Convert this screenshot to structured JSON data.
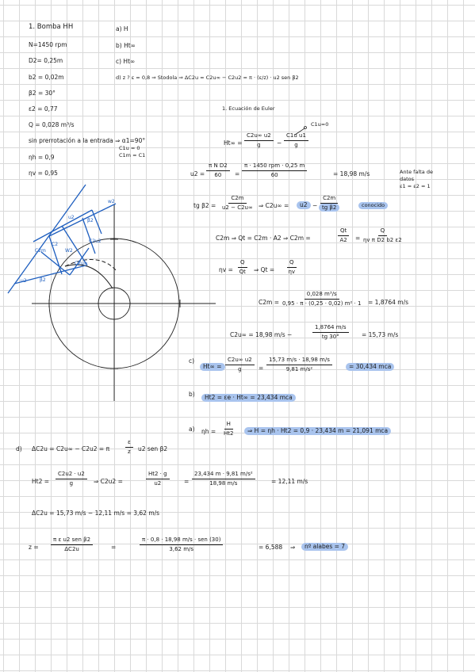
{
  "given": {
    "title": "1. Bomba HH",
    "n": "N=1450 rpm",
    "d2": "D2= 0,25m",
    "b2": "b2 = 0,02m",
    "beta2": "β2 = 30°",
    "eps2": "ε2 = 0,77",
    "q": "Q = 0,028 m³/s",
    "prerot": "sin prerrotación a la entrada ⇒ α1=90°",
    "c1u": "C1u = 0",
    "c1m": "C1m = C1",
    "nh": "ηh = 0,9",
    "nv": "ηv = 0,95"
  },
  "questions": {
    "a": "a) H",
    "b": "b) Ht∞",
    "c": "c) Ht∞",
    "d": "d) z ? ε = 0,8 ⇒ Stodola ⇒ ΔC2u = C2u∞ − C2u2 = π · (ε/z) · u2 sen β2"
  },
  "euler": {
    "title": "1. Ecuación de Euler",
    "lhs": "Ht∞ =",
    "num1": "C2u∞ u2",
    "den1": "g",
    "minus": "−",
    "num2": "C1u u1",
    "den2": "g",
    "c1u_zero": "C1u=0"
  },
  "u2": {
    "lhs": "u2 =",
    "num1": "π N D2",
    "den1": "60",
    "eq": "=",
    "num2": "π · 1450 rpm · 0,25 m",
    "den2": "60",
    "result": "= 18,98 m/s"
  },
  "side_note": {
    "line1": "Ante falta de",
    "line2": "datos",
    "line3": "ε1 = ε2 = 1"
  },
  "tgb2": {
    "lhs": "tg β2 =",
    "num": "C2m",
    "den": "u2 − C2u∞",
    "arrow": "⇒ C2u∞ =",
    "u2hl": "u2",
    "minus": "−",
    "num2": "C2m",
    "den2": "tg β2",
    "known": "conocido"
  },
  "c2m": {
    "expr": "C2m ⇒ Qt = C2m · A2 ⇒ C2m =",
    "num1": "Qt",
    "den1": "A2",
    "eq": "=",
    "num2": "Q",
    "den2": "ηv π D2 b2 ε2"
  },
  "nv_eq": {
    "lhs": "ηv =",
    "num1": "Q",
    "den1": "Qt",
    "arrow": "⇒ Qt =",
    "num2": "Q",
    "den2": "ηv"
  },
  "c2m_val": {
    "lhs": "C2m =",
    "num": "0,028 m³/s",
    "den": "0,95 · π · (0,25 · 0,02) m² · 1",
    "result": "= 1,8764 m/s"
  },
  "c2u_val": {
    "lhs": "C2u∞ = 18,98 m/s  −",
    "num": "1,8764 m/s",
    "den": "tg 30°",
    "result": "= 15,73 m/s"
  },
  "ans_c": {
    "label": "c)",
    "lhs": "Ht∞ =",
    "num1": "C2u∞ u2",
    "den1": "g",
    "eq": "=",
    "num2": "15,73 m/s · 18,98 m/s",
    "den2": "9,81 m/s²",
    "result": "= 30,434 mca"
  },
  "ans_b": {
    "label": "b)",
    "expr": "Ht2 = εe · Ht∞ = 23,434 mca"
  },
  "ans_a": {
    "label": "a)",
    "lhs": "ηh =",
    "num": "H",
    "den": "Ht2",
    "result": "⇒ H = ηh · Ht2 = 0,9 · 23,434 m = 21,091 mca"
  },
  "part_d": {
    "label": "d)",
    "eq1": "ΔC2u = C2u∞ − C2u2 = π",
    "num_eps": "ε",
    "den_z": "z",
    "eq1_end": "u2 sen β2",
    "ht2_lhs": "Ht2 =",
    "num3": "C2u2 · u2",
    "den3": "g",
    "arrow": "⇒ C2u2 =",
    "num4": "Ht2 · g",
    "den4": "u2",
    "eq": "=",
    "num5": "23,434 m · 9,81 m/s²",
    "den5": "18,98 m/s",
    "res5": "= 12,11 m/s",
    "delta": "ΔC2u = 15,73 m/s  − 12,11 m/s = 3,62 m/s",
    "z_lhs": "z =",
    "num6": "π ε u2 sen β2",
    "den6": "ΔC2u",
    "num7": "π · 0,8 · 18,98 m/s · sen (30)",
    "den7": "3,62 m/s",
    "res7": "= 6,588",
    "arrow2": "⇒",
    "answer": "nº alabes = 7"
  },
  "diagram": {
    "labels": [
      "u2",
      "β2",
      "C2m",
      "C2",
      "W2",
      "C2u∞",
      "u2",
      "β2",
      "C2u2",
      "w2"
    ]
  }
}
